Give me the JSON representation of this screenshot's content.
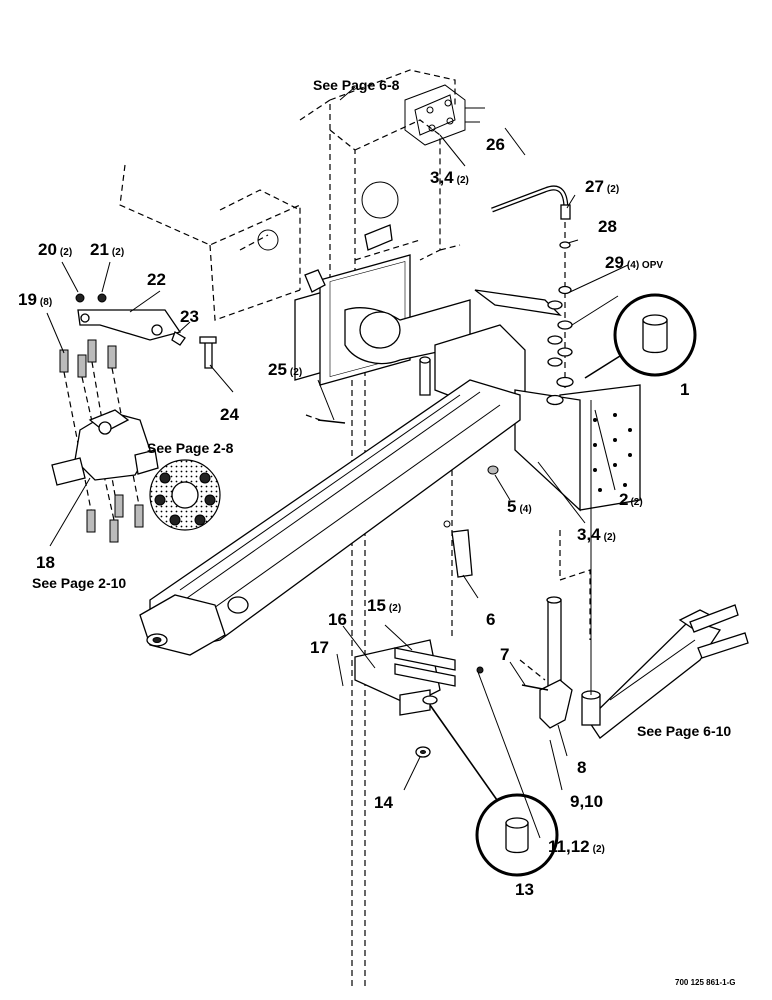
{
  "references": {
    "top": "See Page 6-8",
    "gearbox_hub": "See Page 2-8",
    "gearbox": "See Page 2-10",
    "hitch": "See Page 6-10"
  },
  "callouts": {
    "c1": {
      "num": "1",
      "qty": ""
    },
    "c2": {
      "num": "2",
      "qty": "(2)"
    },
    "c3a": {
      "num": "3,4",
      "qty": "(2)"
    },
    "c3b": {
      "num": "3,4",
      "qty": "(2)"
    },
    "c5": {
      "num": "5",
      "qty": "(4)"
    },
    "c6": {
      "num": "6",
      "qty": ""
    },
    "c7": {
      "num": "7",
      "qty": ""
    },
    "c8": {
      "num": "8",
      "qty": ""
    },
    "c9": {
      "num": "9,10",
      "qty": ""
    },
    "c11": {
      "num": "11,12",
      "qty": "(2)"
    },
    "c13": {
      "num": "13",
      "qty": ""
    },
    "c14": {
      "num": "14",
      "qty": ""
    },
    "c15": {
      "num": "15",
      "qty": "(2)"
    },
    "c16": {
      "num": "16",
      "qty": ""
    },
    "c17": {
      "num": "17",
      "qty": ""
    },
    "c18": {
      "num": "18",
      "qty": ""
    },
    "c19": {
      "num": "19",
      "qty": "(8)"
    },
    "c20": {
      "num": "20",
      "qty": "(2)"
    },
    "c21": {
      "num": "21",
      "qty": "(2)"
    },
    "c22": {
      "num": "22",
      "qty": ""
    },
    "c23": {
      "num": "23",
      "qty": ""
    },
    "c24": {
      "num": "24",
      "qty": ""
    },
    "c25": {
      "num": "25",
      "qty": "(2)"
    },
    "c26": {
      "num": "26",
      "qty": ""
    },
    "c27": {
      "num": "27",
      "qty": "(2)"
    },
    "c28": {
      "num": "28",
      "qty": ""
    },
    "c29": {
      "num": "29",
      "qty": "(4) OPV"
    }
  },
  "drawing_number": "700 125 861-1-G"
}
